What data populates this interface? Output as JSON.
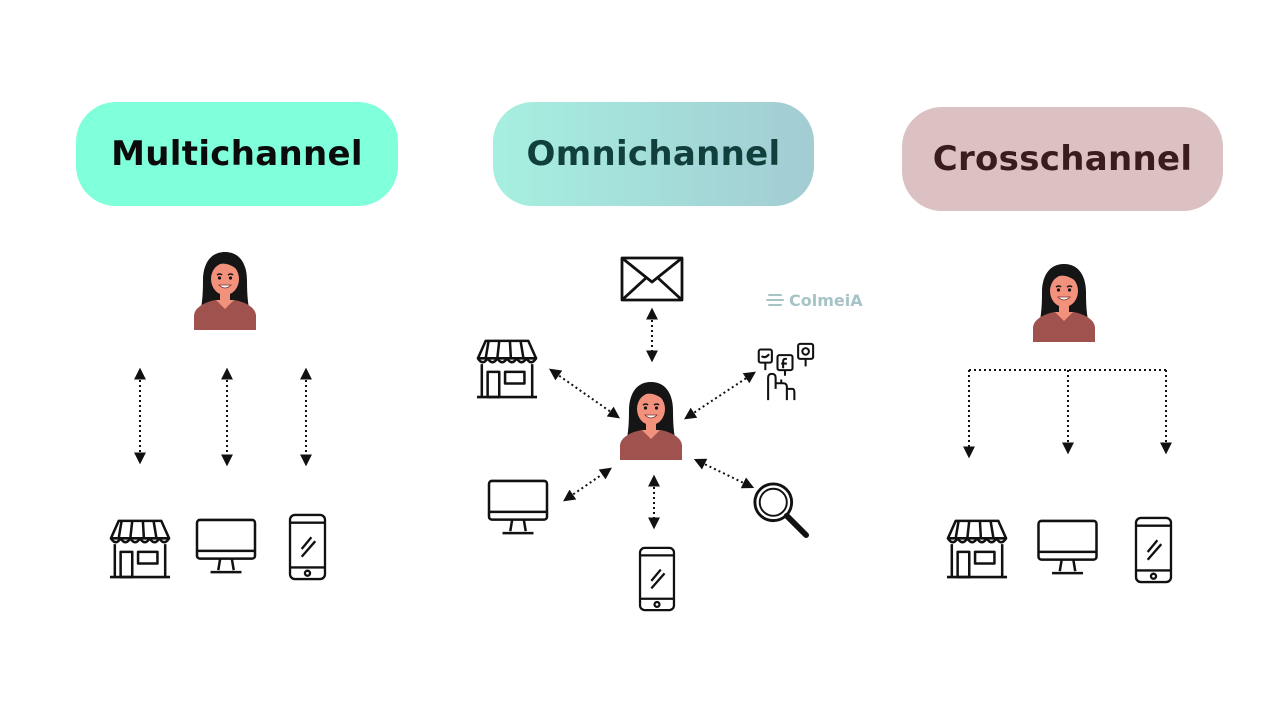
{
  "headers": {
    "multichannel": "Multichannel",
    "omnichannel": "Omnichannel",
    "crosschannel": "Crosschannel"
  },
  "watermark": "ColmeiA",
  "colors": {
    "multichannel_bg": "#80ffdb",
    "omnichannel_bg_start": "#a6efe0",
    "omnichannel_bg_end": "#a3ccd3",
    "crosschannel_bg": "#dbc1c1",
    "avatar_shirt": "#a0524f",
    "avatar_skin": "#f3927c",
    "avatar_hair": "#151515",
    "line": "#111111"
  },
  "icons": [
    "person-icon",
    "store-icon",
    "desktop-icon",
    "smartphone-icon",
    "email-icon",
    "social-media-icon",
    "search-icon"
  ]
}
